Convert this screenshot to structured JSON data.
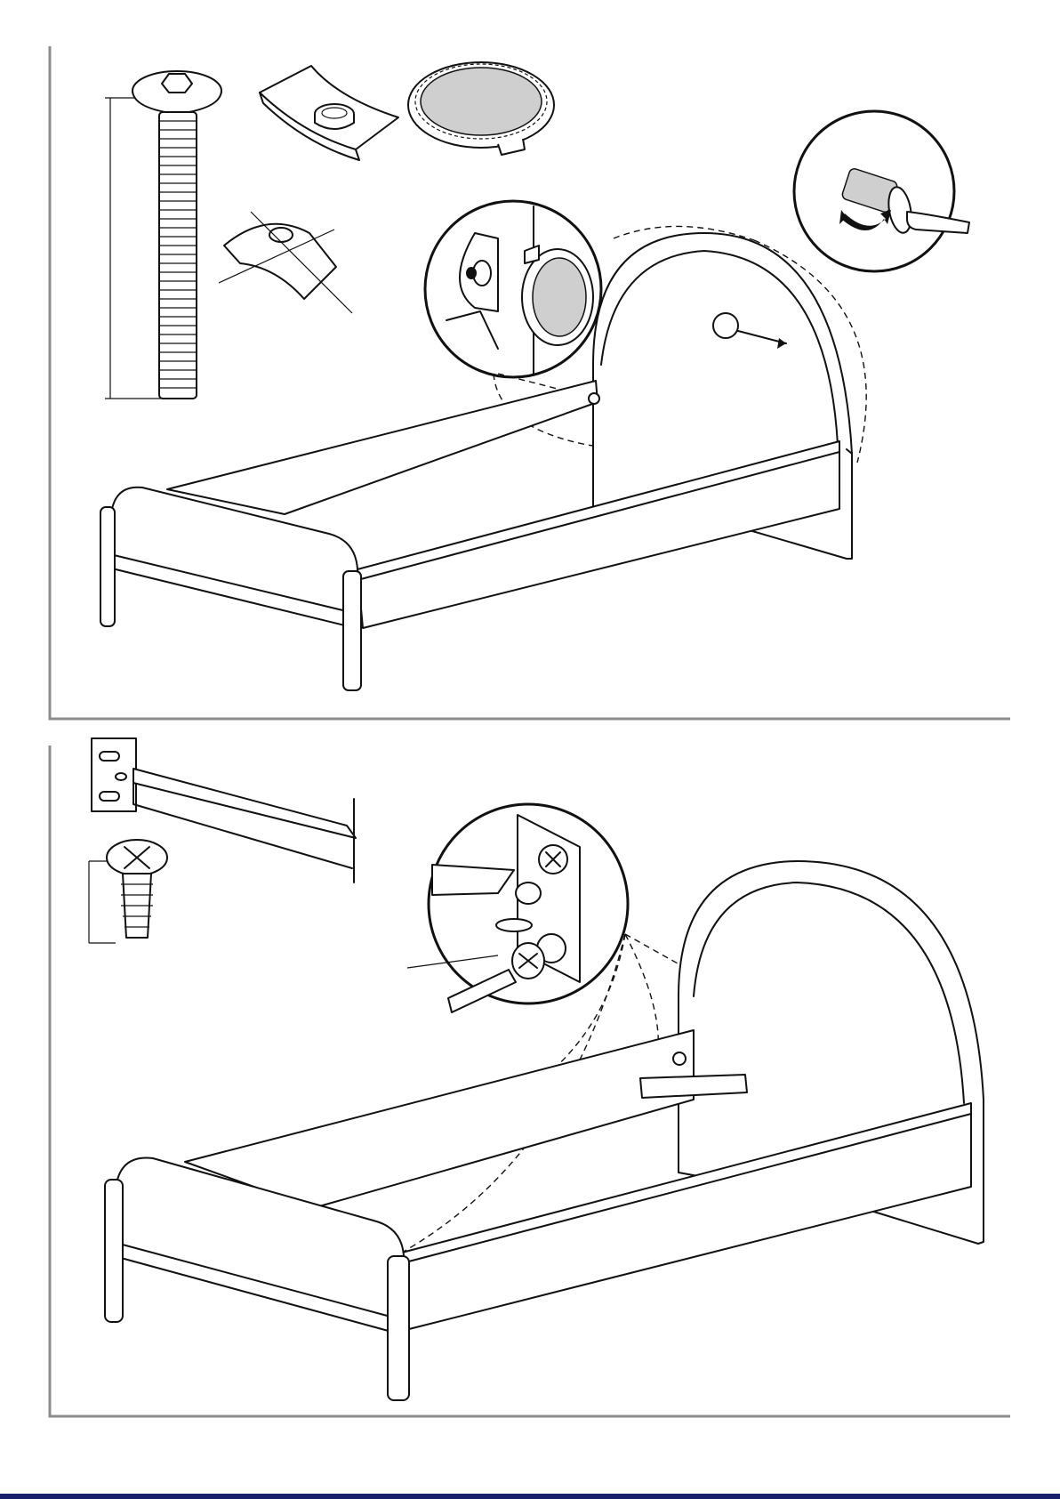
{
  "document": {
    "type": "assembly-instructions",
    "steps": [
      {
        "parts": [
          "bolt-with-hex-head",
          "curved-washer-with-barrel-nut",
          "cover-cap"
        ],
        "magnified_detail": "bolt-and-cover-cap-in-headboard",
        "action": "tighten-bolt-with-hex-key"
      },
      {
        "parts": [
          "metal-bracket-rail",
          "phillips-screw"
        ],
        "magnified_detail": "screw-bracket-to-headboard",
        "action": "screw-with-screwdriver"
      }
    ]
  },
  "colors": {
    "line": "#111111",
    "frame": "#8c8c8c",
    "background": "#ffffff",
    "bottom_band": "#1a1f6b"
  }
}
